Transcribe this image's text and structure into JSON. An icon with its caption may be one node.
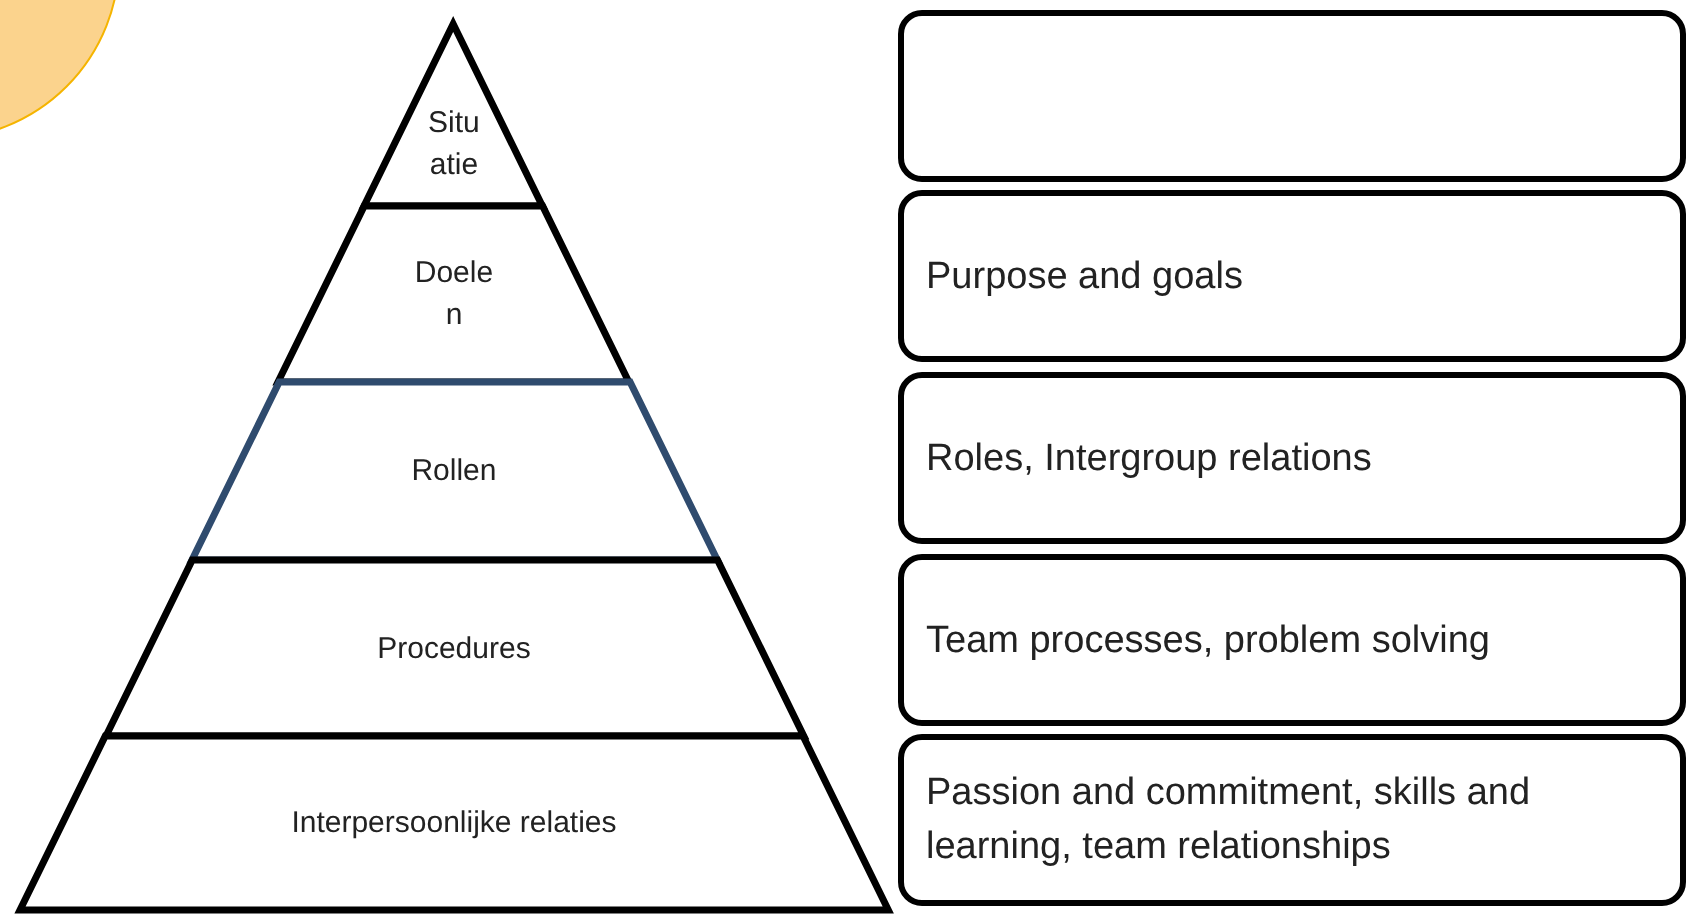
{
  "diagram": {
    "nodes": [
      {
        "text": [
          "Situatie"
        ]
      },
      {
        "text": [
          "Doelen"
        ]
      },
      {
        "text": [
          "Rollen"
        ]
      },
      {
        "text": [
          "Procedures"
        ]
      },
      {
        "text": [
          "Interpersoonlijke relaties"
        ]
      },
      {
        "text": [],
        "shape": "box"
      },
      {
        "text": [
          "Purpose and goals"
        ]
      },
      {
        "text": [
          "Roles, Intergroup relations"
        ]
      },
      {
        "text": [
          "Team processes, problem solving"
        ]
      },
      {
        "text": [
          "Passion and commitment, skills and learning, team relationships"
        ]
      }
    ]
  }
}
